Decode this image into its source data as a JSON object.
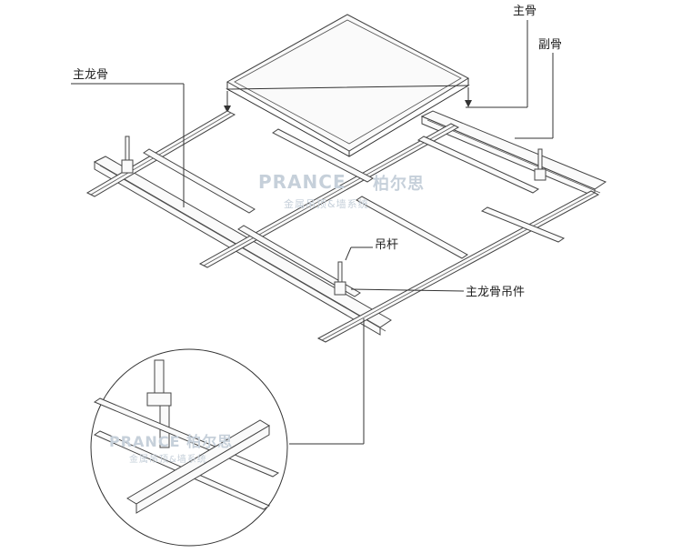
{
  "labels": {
    "main_bone": "主骨",
    "secondary_bone": "副骨",
    "main_keel": "主龙骨",
    "hanger_rod": "吊杆",
    "main_keel_hanger": "主龙骨吊件"
  },
  "watermark": {
    "brand_latin": "PRANCE",
    "brand_cn": "柏尔思",
    "tagline": "金属吊顶&墙系统",
    "detail_brand": "PRANCE 柏尔思",
    "detail_tagline": "金属吊顶&墙系统"
  },
  "colors": {
    "line": "#333333",
    "watermark": "#c6d0da",
    "background": "#ffffff"
  }
}
